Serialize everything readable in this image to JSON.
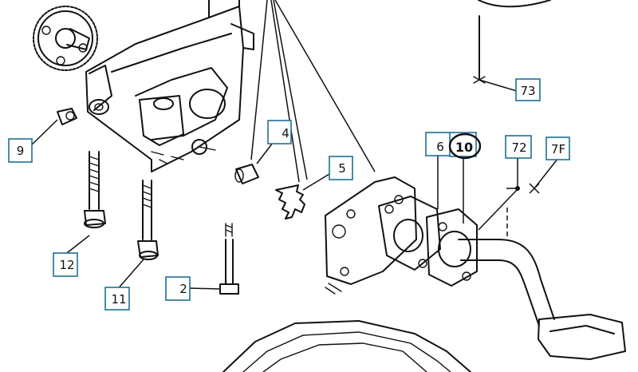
{
  "callouts": [
    {
      "id": "c9",
      "label": "9"
    },
    {
      "id": "c4",
      "label": "4"
    },
    {
      "id": "c5",
      "label": "5"
    },
    {
      "id": "c6",
      "label": "6"
    },
    {
      "id": "c10",
      "label": "10",
      "highlighted": true
    },
    {
      "id": "c72",
      "label": "72"
    },
    {
      "id": "c7F",
      "label": "7F"
    },
    {
      "id": "c73",
      "label": "73"
    },
    {
      "id": "c12",
      "label": "12"
    },
    {
      "id": "c11",
      "label": "11"
    },
    {
      "id": "c2",
      "label": "2"
    }
  ],
  "colors": {
    "callout_border": "#1f6f96",
    "ink": "#111111",
    "background": "#ffffff"
  }
}
